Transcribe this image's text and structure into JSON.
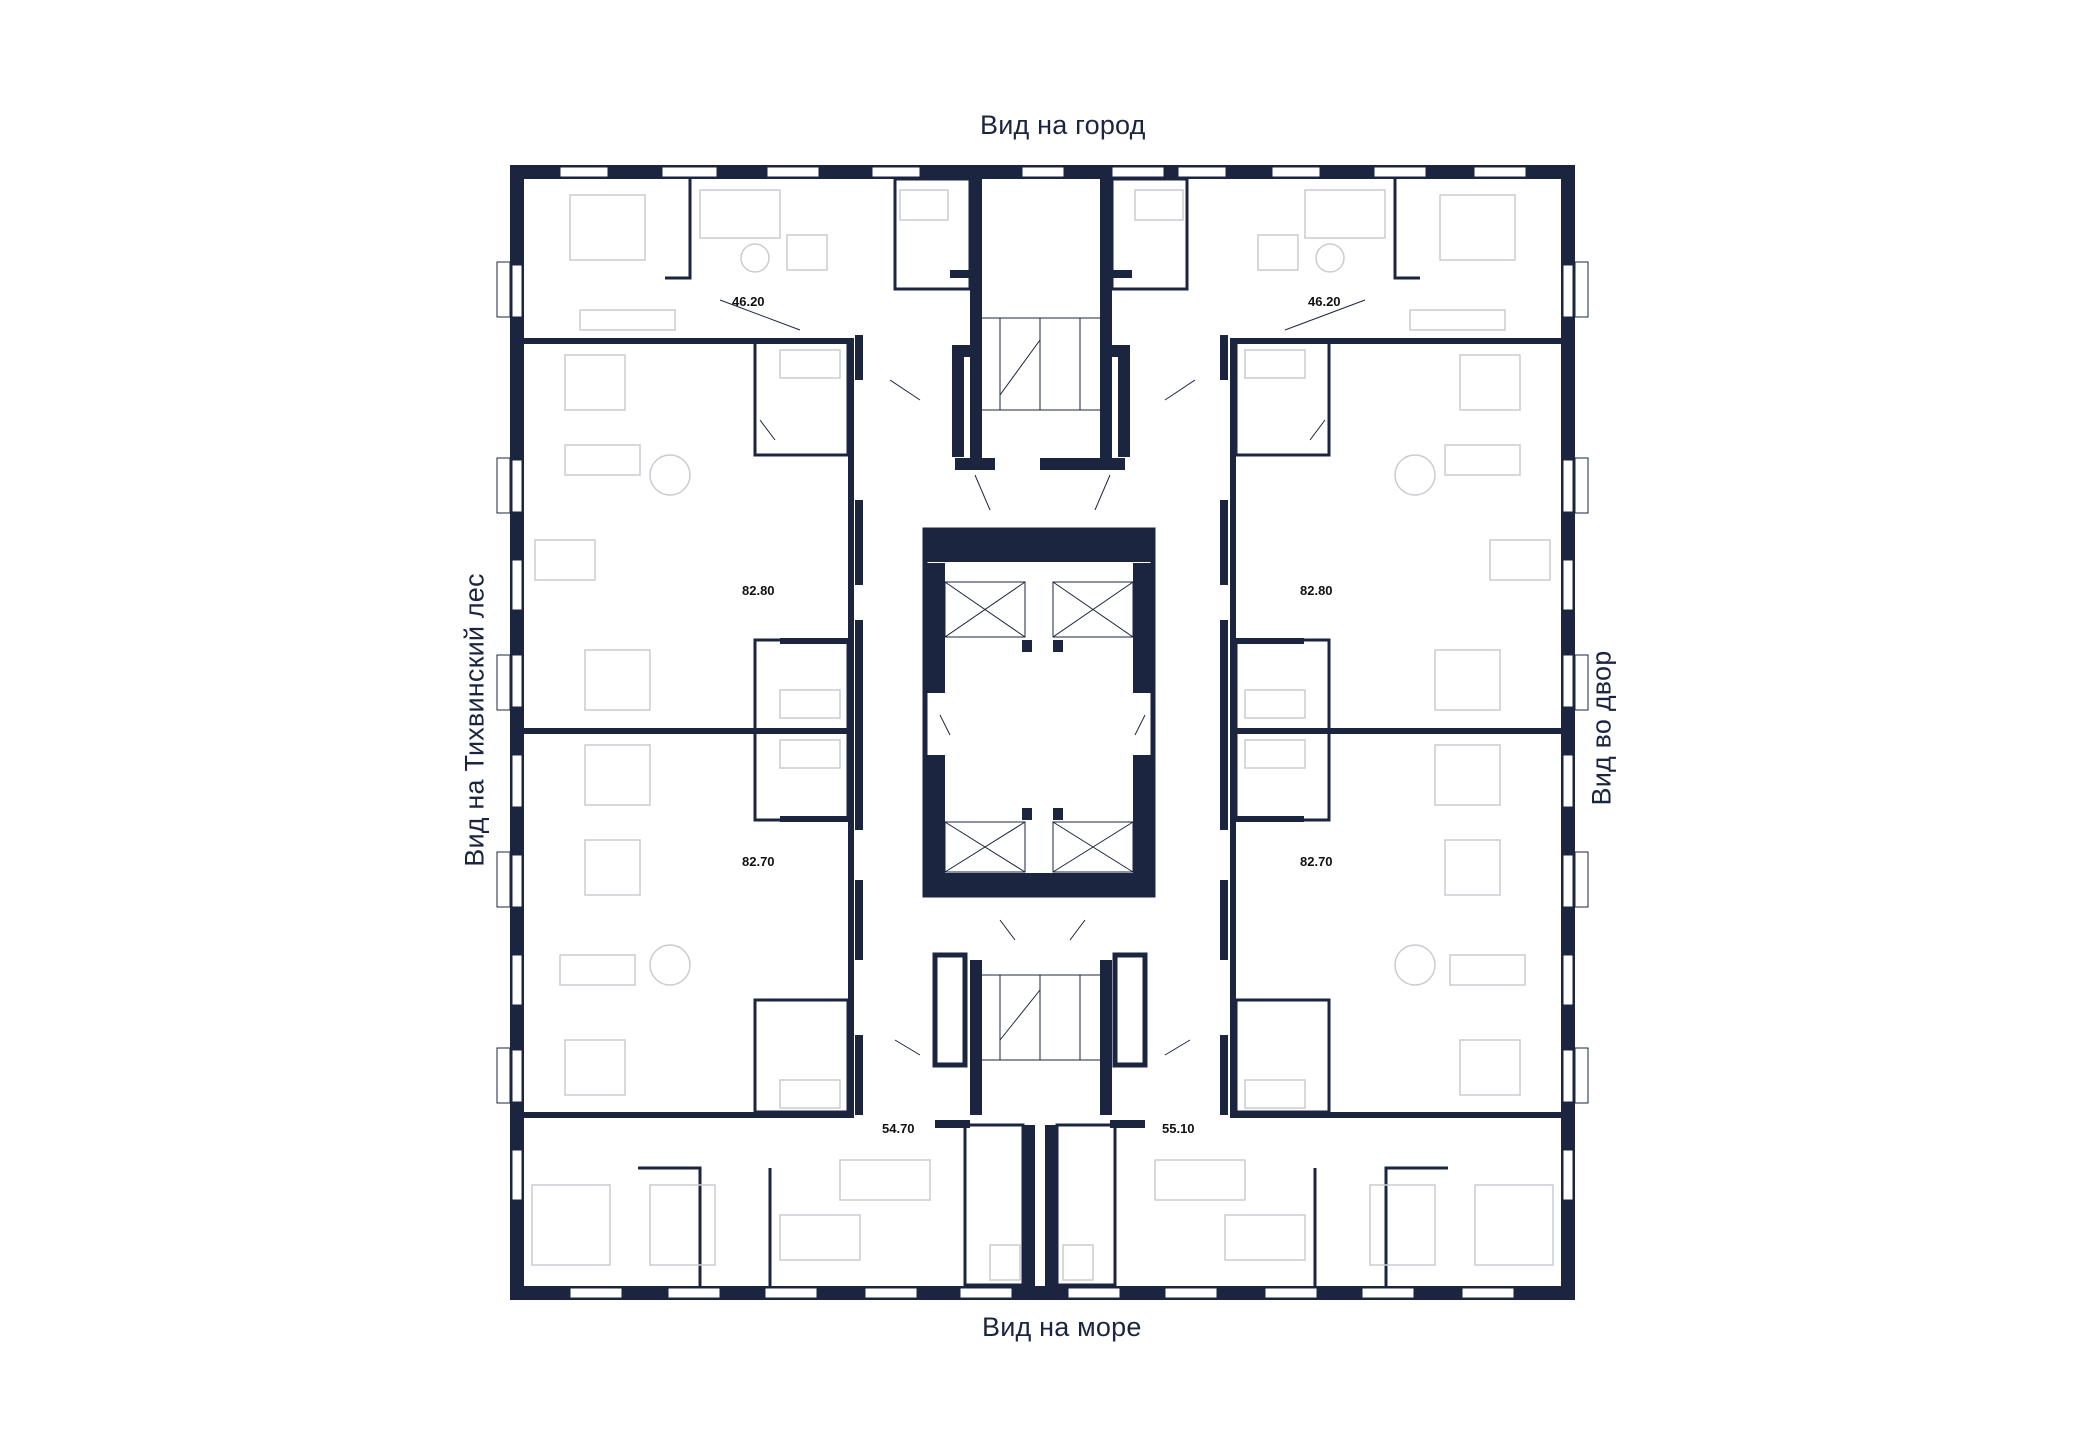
{
  "views": {
    "top": "Вид на город",
    "bottom": "Вид на море",
    "left": "Вид на Тихвинский лес",
    "right": "Вид во двор"
  },
  "apartments": [
    {
      "id": "top-left",
      "area": "46.20"
    },
    {
      "id": "top-right",
      "area": "46.20"
    },
    {
      "id": "left-upper",
      "area": "82.80"
    },
    {
      "id": "right-upper",
      "area": "82.80"
    },
    {
      "id": "left-lower",
      "area": "82.70"
    },
    {
      "id": "right-lower",
      "area": "82.70"
    },
    {
      "id": "bottom-left",
      "area": "54.70"
    },
    {
      "id": "bottom-right",
      "area": "55.10"
    }
  ],
  "colors": {
    "wall": "#1b2540",
    "furniture": "#c9ccd2",
    "line": "#1b2540"
  }
}
